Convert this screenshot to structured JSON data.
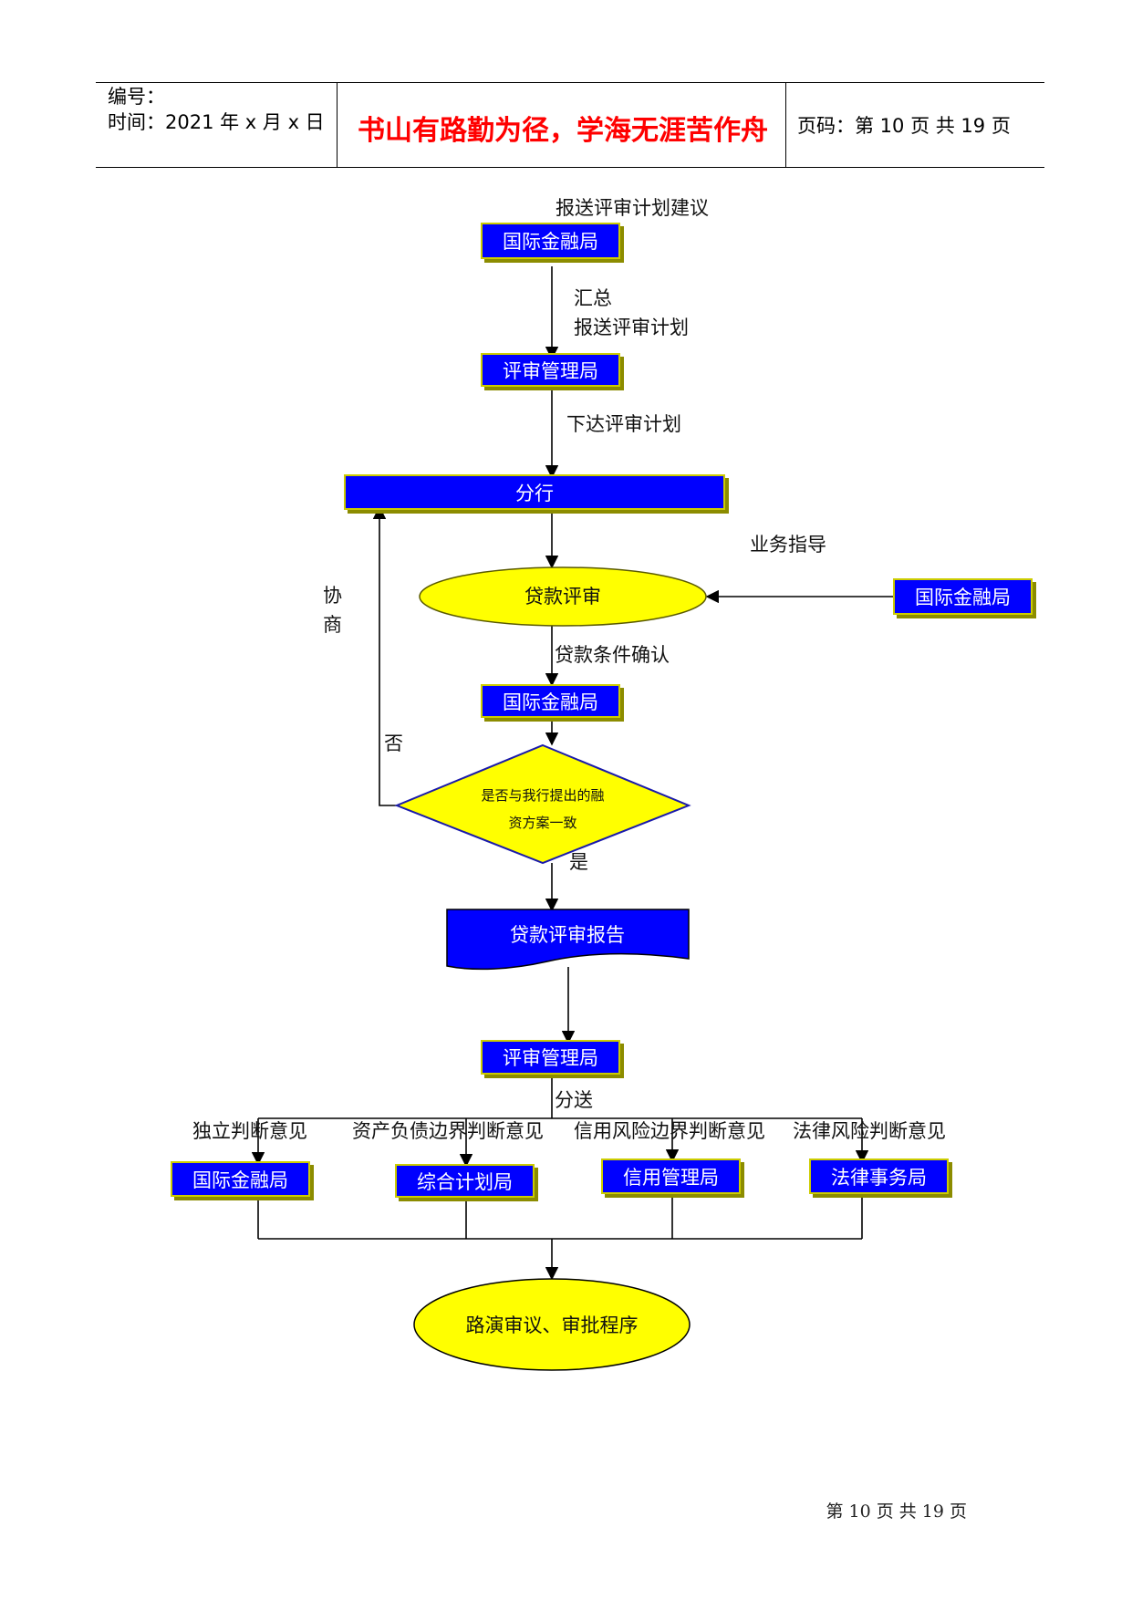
{
  "header": {
    "serial_label": "编号：",
    "time_label": "时间：2021 年 x 月 x 日",
    "motto": "书山有路勤为径，学海无涯苦作舟",
    "page_label": "页码：第 10 页 共 19 页"
  },
  "flow": {
    "label_submit_suggestion": "报送评审计划建议",
    "box_intl_finance_1": "国际金融局",
    "label_summarize": "汇总",
    "label_submit_plan": "报送评审计划",
    "box_review_mgmt_1": "评审管理局",
    "label_issue_plan": "下达评审计划",
    "box_branch": "分行",
    "label_business_guidance": "业务指导",
    "ellipse_loan_review": "贷款评审",
    "box_intl_finance_right": "国际金融局",
    "label_negotiate_1": "协",
    "label_negotiate_2": "商",
    "label_loan_conditions": "贷款条件确认",
    "box_intl_finance_2": "国际金融局",
    "label_no": "否",
    "diamond_line1": "是否与我行提出的融",
    "diamond_line2": "资方案一致",
    "label_yes": "是",
    "doc_loan_report": "贷款评审报告",
    "box_review_mgmt_2": "评审管理局",
    "label_distribute": "分送",
    "opinion_independent": "独立判断意见",
    "opinion_asset_liability": "资产负债边界判断意见",
    "opinion_credit_risk": "信用风险边界判断意见",
    "opinion_legal_risk": "法律风险判断意见",
    "box_intl_finance_3": "国际金融局",
    "box_planning": "综合计划局",
    "box_credit_mgmt": "信用管理局",
    "box_legal_affairs": "法律事务局",
    "ellipse_roadshow": "路演审议、审批程序"
  },
  "footer": {
    "page_text": "第 10 页 共 19 页"
  },
  "colors": {
    "box_fill": "#0000ff",
    "box_border": "#cccc00",
    "ellipse_fill": "#ffff00",
    "motto": "#ff0000"
  }
}
